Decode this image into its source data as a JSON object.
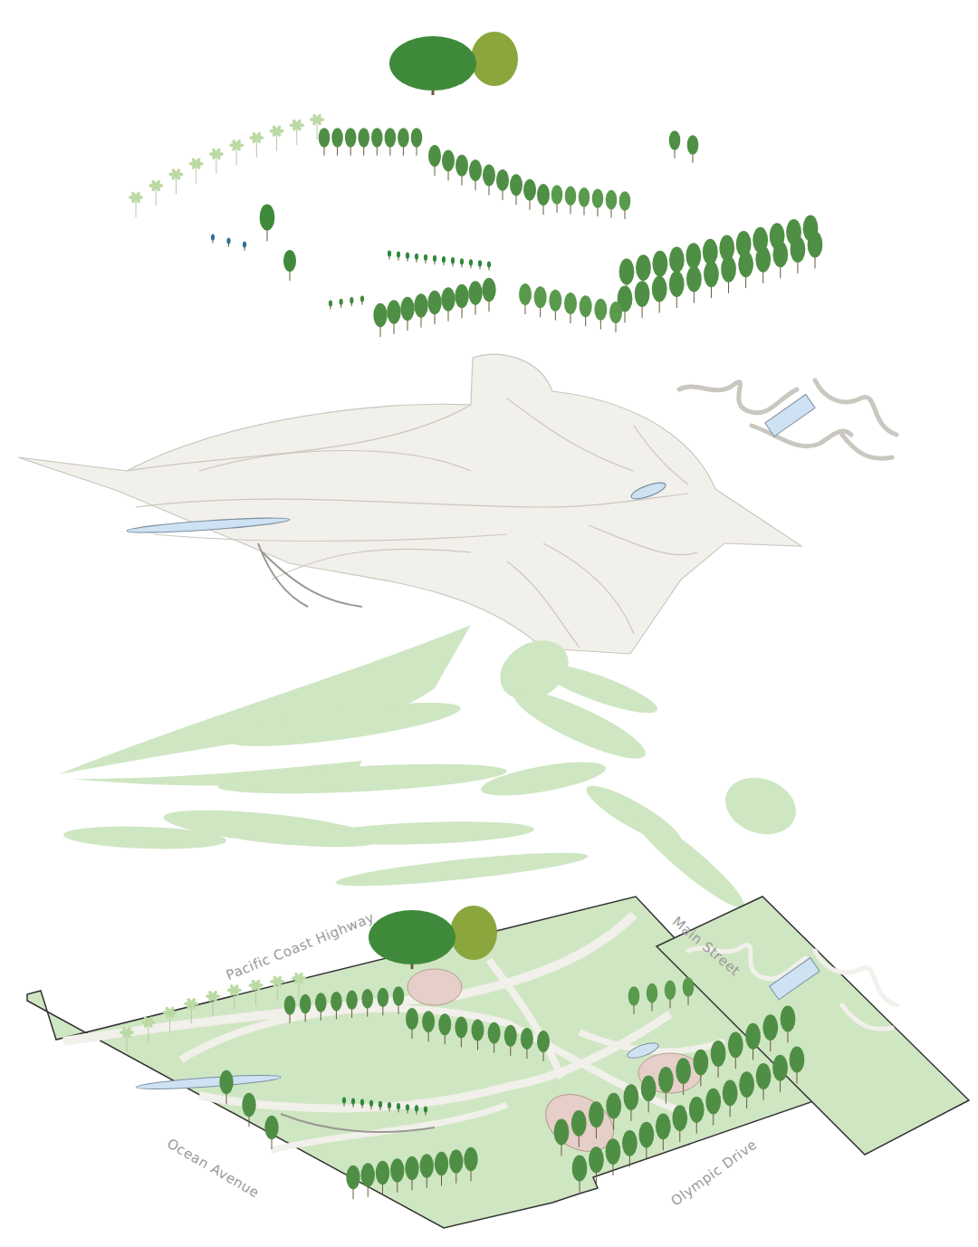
{
  "diagram": {
    "labels": [
      "Pacific Coast Highway",
      "Main Street",
      "Ocean Avenue",
      "Olympic Drive"
    ]
  }
}
